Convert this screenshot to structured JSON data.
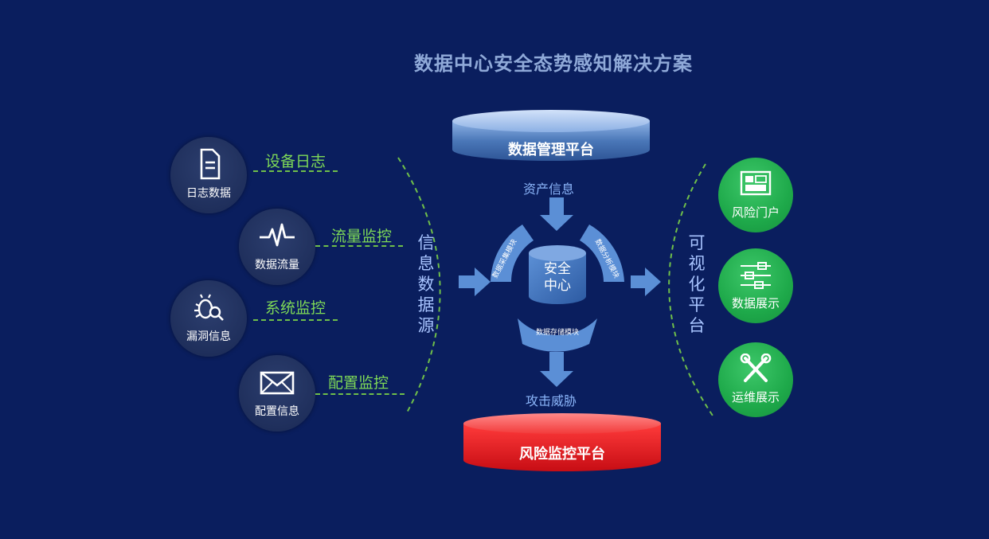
{
  "title": "数据中心安全态势感知解决方案",
  "sources": [
    {
      "label": "日志数据",
      "icon": "document-icon",
      "line_label": "设备日志"
    },
    {
      "label": "数据流量",
      "icon": "pulse-icon",
      "line_label": "流量监控"
    },
    {
      "label": "漏洞信息",
      "icon": "bug-search-icon",
      "line_label": "系统监控"
    },
    {
      "label": "配置信息",
      "icon": "envelope-icon",
      "line_label": "配置监控"
    }
  ],
  "info_source_label": [
    "信",
    "息",
    "数",
    "据",
    "源"
  ],
  "top_platform": "数据管理平台",
  "asset_info": "资产信息",
  "center": {
    "line1": "安全",
    "line2": "中心"
  },
  "modules": {
    "left": "数据采集模块",
    "right": "数据分析模块",
    "bottom": "数据存储模块"
  },
  "attack_threat": "攻击威胁",
  "bottom_platform": "风险监控平台",
  "visual_platform_label": [
    "可",
    "视",
    "化",
    "平",
    "台"
  ],
  "outputs": [
    {
      "label": "风险门户",
      "icon": "portal-icon"
    },
    {
      "label": "数据展示",
      "icon": "sliders-icon"
    },
    {
      "label": "运维展示",
      "icon": "tools-icon"
    }
  ],
  "colors": {
    "background": "#0a1e5e",
    "accent_green": "#7ed957",
    "output_green": "#1ea94a",
    "risk_red": "#e8141c",
    "platform_blue": "#4a77b8",
    "arrow_blue": "#5b8fd6"
  }
}
